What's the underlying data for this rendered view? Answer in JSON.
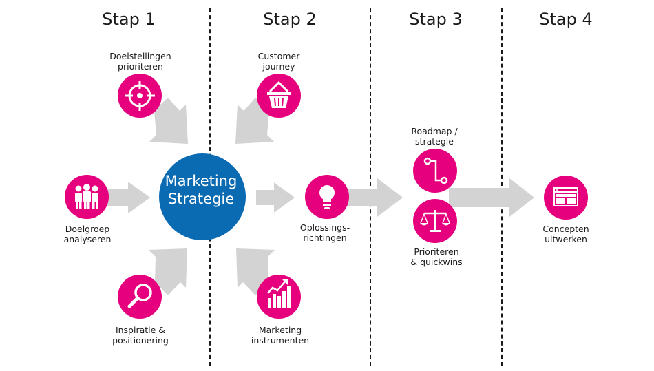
{
  "steps": [
    "Stap 1",
    "Stap 2",
    "Stap 3",
    "Stap 4"
  ],
  "center": {
    "line1": "Marketing",
    "line2": "Strategie"
  },
  "labels": {
    "doelstellingen": [
      "Doelstellingen",
      "prioriteren"
    ],
    "customer": [
      "Customer",
      "journey"
    ],
    "doelgroep": [
      "Doelgroep",
      "analyseren"
    ],
    "inspiratie": [
      "Inspiratie &",
      "positionering"
    ],
    "instrumenten": [
      "Marketing",
      "instrumenten"
    ],
    "oplossings": [
      "Oplossings-",
      "richtingen"
    ],
    "roadmap": [
      "Roadmap /",
      "strategie"
    ],
    "prioriteren": [
      "Prioriteren",
      "& quickwins"
    ],
    "concepten": [
      "Concepten",
      "uitwerken"
    ]
  },
  "colors": {
    "accent": "#e6007e",
    "center": "#0a6ab2",
    "arrow": "#d3d3d3",
    "text": "#1a1a1a"
  },
  "icons": [
    "target-icon",
    "basket-icon",
    "people-icon",
    "magnifier-icon",
    "growth-chart-icon",
    "lightbulb-icon",
    "route-icon",
    "scale-icon",
    "layout-icon"
  ]
}
